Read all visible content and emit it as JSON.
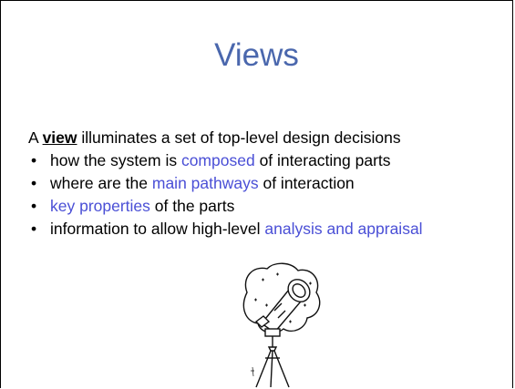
{
  "slide": {
    "title": "Views",
    "intro": {
      "prefix": "A ",
      "term": "view",
      "suffix": " illuminates a set of top-level design decisions"
    },
    "bullets": [
      {
        "before": "how the system is ",
        "highlight": "composed",
        "after": " of interacting parts"
      },
      {
        "before": "where are the ",
        "highlight": "main pathways",
        "after": " of interaction"
      },
      {
        "before": "",
        "highlight": "key properties",
        "after": " of the parts"
      },
      {
        "before": "information to allow high-level ",
        "highlight": "analysis and appraisal",
        "after": ""
      }
    ],
    "bullet_glyph": "•",
    "illustration": "telescope-drawing",
    "colors": {
      "title": "#4a67ad",
      "highlight": "#4a4fd6"
    }
  }
}
